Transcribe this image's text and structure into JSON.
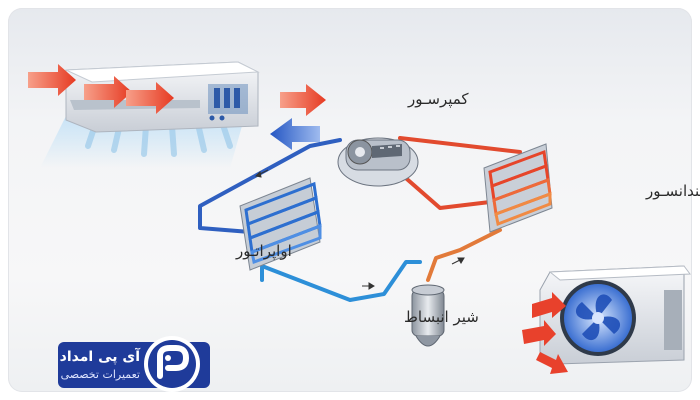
{
  "labels": {
    "compressor": "کمپرسـور",
    "condenser": "کندانسـور",
    "evaporator": "اواپراتـور",
    "expansion_valve": "شیر انبساط"
  },
  "logo": {
    "title": "آی پی امداد",
    "subtitle": "تعمیرات تخصصی"
  },
  "colors": {
    "hot_line": "#e24a2e",
    "cold_line": "#2f5fc0",
    "liquid_line": "#2d8fd8",
    "arrow_hot": "#e8412c",
    "arrow_cold": "#2b63c9",
    "brand": "#1f3b9a"
  }
}
